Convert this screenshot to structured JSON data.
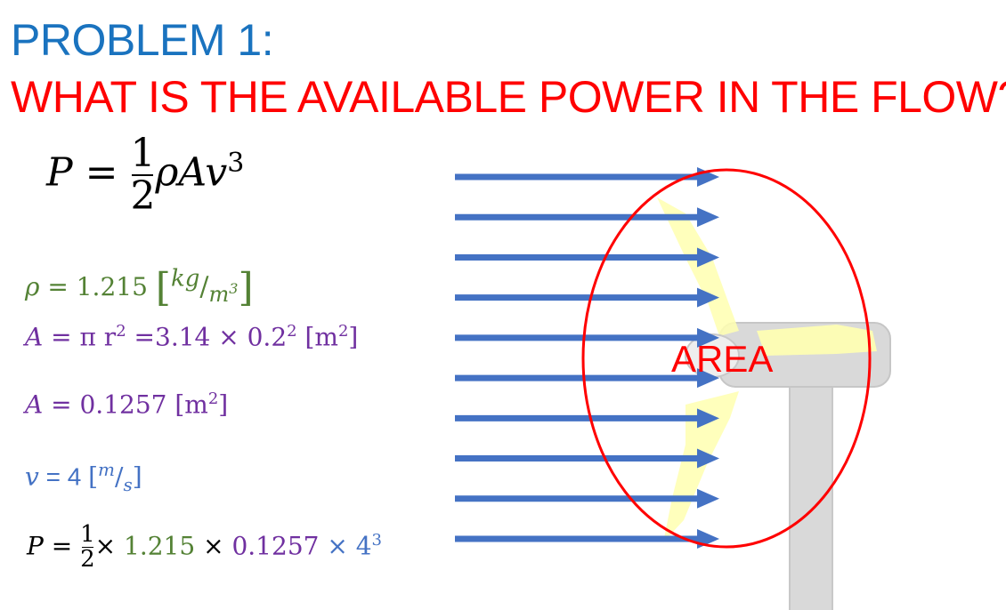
{
  "title": {
    "line1": "PROBLEM 1:",
    "line2": "WHAT IS THE AVAILABLE POWER IN THE FLOW?"
  },
  "main_equation": {
    "lhs": "P",
    "equals": "=",
    "numerator": "1",
    "denominator": "2",
    "rhs": "ρAv",
    "exponent": "3"
  },
  "given": {
    "rho": {
      "symbol": "ρ",
      "eq": " = 1.215 ",
      "unit_open": "[",
      "unit_num": "kg",
      "unit_slash": "/",
      "unit_den": "m",
      "unit_den_exp": "3",
      "unit_close": "]"
    },
    "area_formula": {
      "symbol": "A",
      "text": " =  π r",
      "exp1": "2",
      "mid": " =3.14 × 0.2",
      "exp2": "2",
      "unit": " [m",
      "unit_exp": "2",
      "unit_close": "]"
    },
    "area_value": {
      "symbol": "A",
      "text": " = 0.1257 [m",
      "unit_exp": "2",
      "unit_close": "]"
    },
    "velocity": {
      "symbol": "v",
      "eq": " = 4 ",
      "unit_open": "[",
      "unit_num": "m",
      "unit_slash": "/",
      "unit_den": "s",
      "unit_close": "]"
    },
    "power_calc": {
      "lhs": "P",
      "equals": " = ",
      "numerator": "1",
      "denominator": "2",
      "times1": "× ",
      "rho": "1.215",
      "times2": " × ",
      "area": "0.1257",
      "times3": " × ",
      "v": "4",
      "v_exp": "3"
    }
  },
  "diagram": {
    "area_label": "AREA",
    "arrow_count": 10,
    "colors": {
      "arrow": "#4472c4",
      "ellipse": "#ff0000",
      "turbine": "#d9d9d9",
      "blade": "#ffffb0"
    }
  }
}
